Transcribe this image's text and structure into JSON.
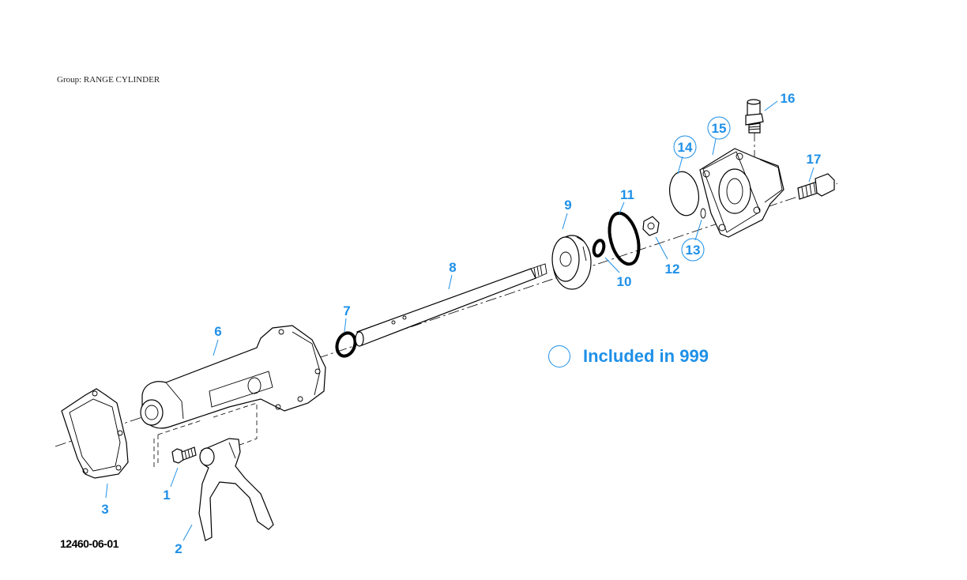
{
  "header": {
    "group_label": "Group: RANGE CYLINDER"
  },
  "footer": {
    "drawing_number": "12460-06-01"
  },
  "legend": {
    "text": "Included in 999"
  },
  "colors": {
    "callout": "#1e90e8",
    "line": "#000000"
  },
  "callouts": [
    {
      "id": "1",
      "circled": false
    },
    {
      "id": "2",
      "circled": false
    },
    {
      "id": "3",
      "circled": false
    },
    {
      "id": "6",
      "circled": false
    },
    {
      "id": "7",
      "circled": false
    },
    {
      "id": "8",
      "circled": false
    },
    {
      "id": "9",
      "circled": false
    },
    {
      "id": "10",
      "circled": false
    },
    {
      "id": "11",
      "circled": false
    },
    {
      "id": "12",
      "circled": false
    },
    {
      "id": "13",
      "circled": true
    },
    {
      "id": "14",
      "circled": true
    },
    {
      "id": "15",
      "circled": true
    },
    {
      "id": "16",
      "circled": false
    },
    {
      "id": "17",
      "circled": false
    }
  ]
}
